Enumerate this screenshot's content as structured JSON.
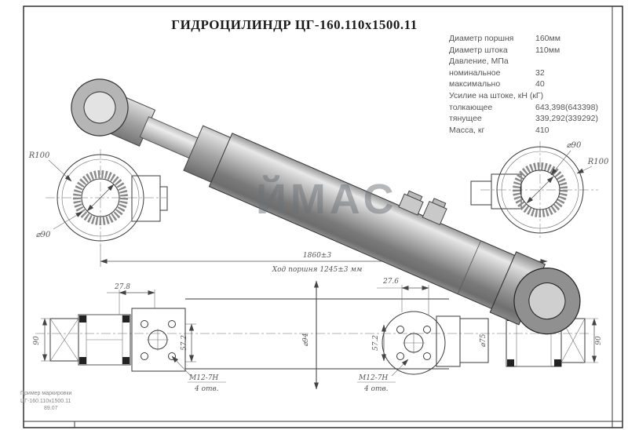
{
  "title": "ГИДРОЦИЛИНДР ЦГ-160.110x1500.11",
  "specs": {
    "rows": [
      {
        "label": "Диаметр поршня",
        "value": "160мм"
      },
      {
        "label": "Диаметр штока",
        "value": "110мм"
      },
      {
        "label": "Давление, МПа",
        "value": ""
      },
      {
        "label": "номинальное",
        "value": "32"
      },
      {
        "label": "максимально",
        "value": "40"
      },
      {
        "label": "Усилие на штоке, кН (кГ)",
        "value": ""
      },
      {
        "label": "толкающее",
        "value": "643,398(643398)"
      },
      {
        "label": "тянущее",
        "value": "339,292(339292)"
      },
      {
        "label": "Масса, кг",
        "value": "410"
      }
    ]
  },
  "views": {
    "left_eye": {
      "radius_label": "R100",
      "bore_label": "⌀90"
    },
    "right_eye": {
      "radius_label": "R100",
      "bore_label": "⌀90"
    }
  },
  "dims": {
    "overall": "1860±3",
    "stroke": "Ход поршня 1245±3 мм",
    "left_offset": "27.8",
    "right_offset": "27.6",
    "left_width": "90",
    "right_width": "90",
    "left_flange": "57.2",
    "right_flange": "57.2",
    "tube": "⌀94",
    "rod": "⌀75",
    "thread": "М12-7Н",
    "thread_qty": "4 отв."
  },
  "footer": {
    "line1": "Пример маркировки",
    "line2": "ЦГ-160.110х1500.11",
    "line3": "89.07"
  },
  "watermark": "ЙМАС"
}
